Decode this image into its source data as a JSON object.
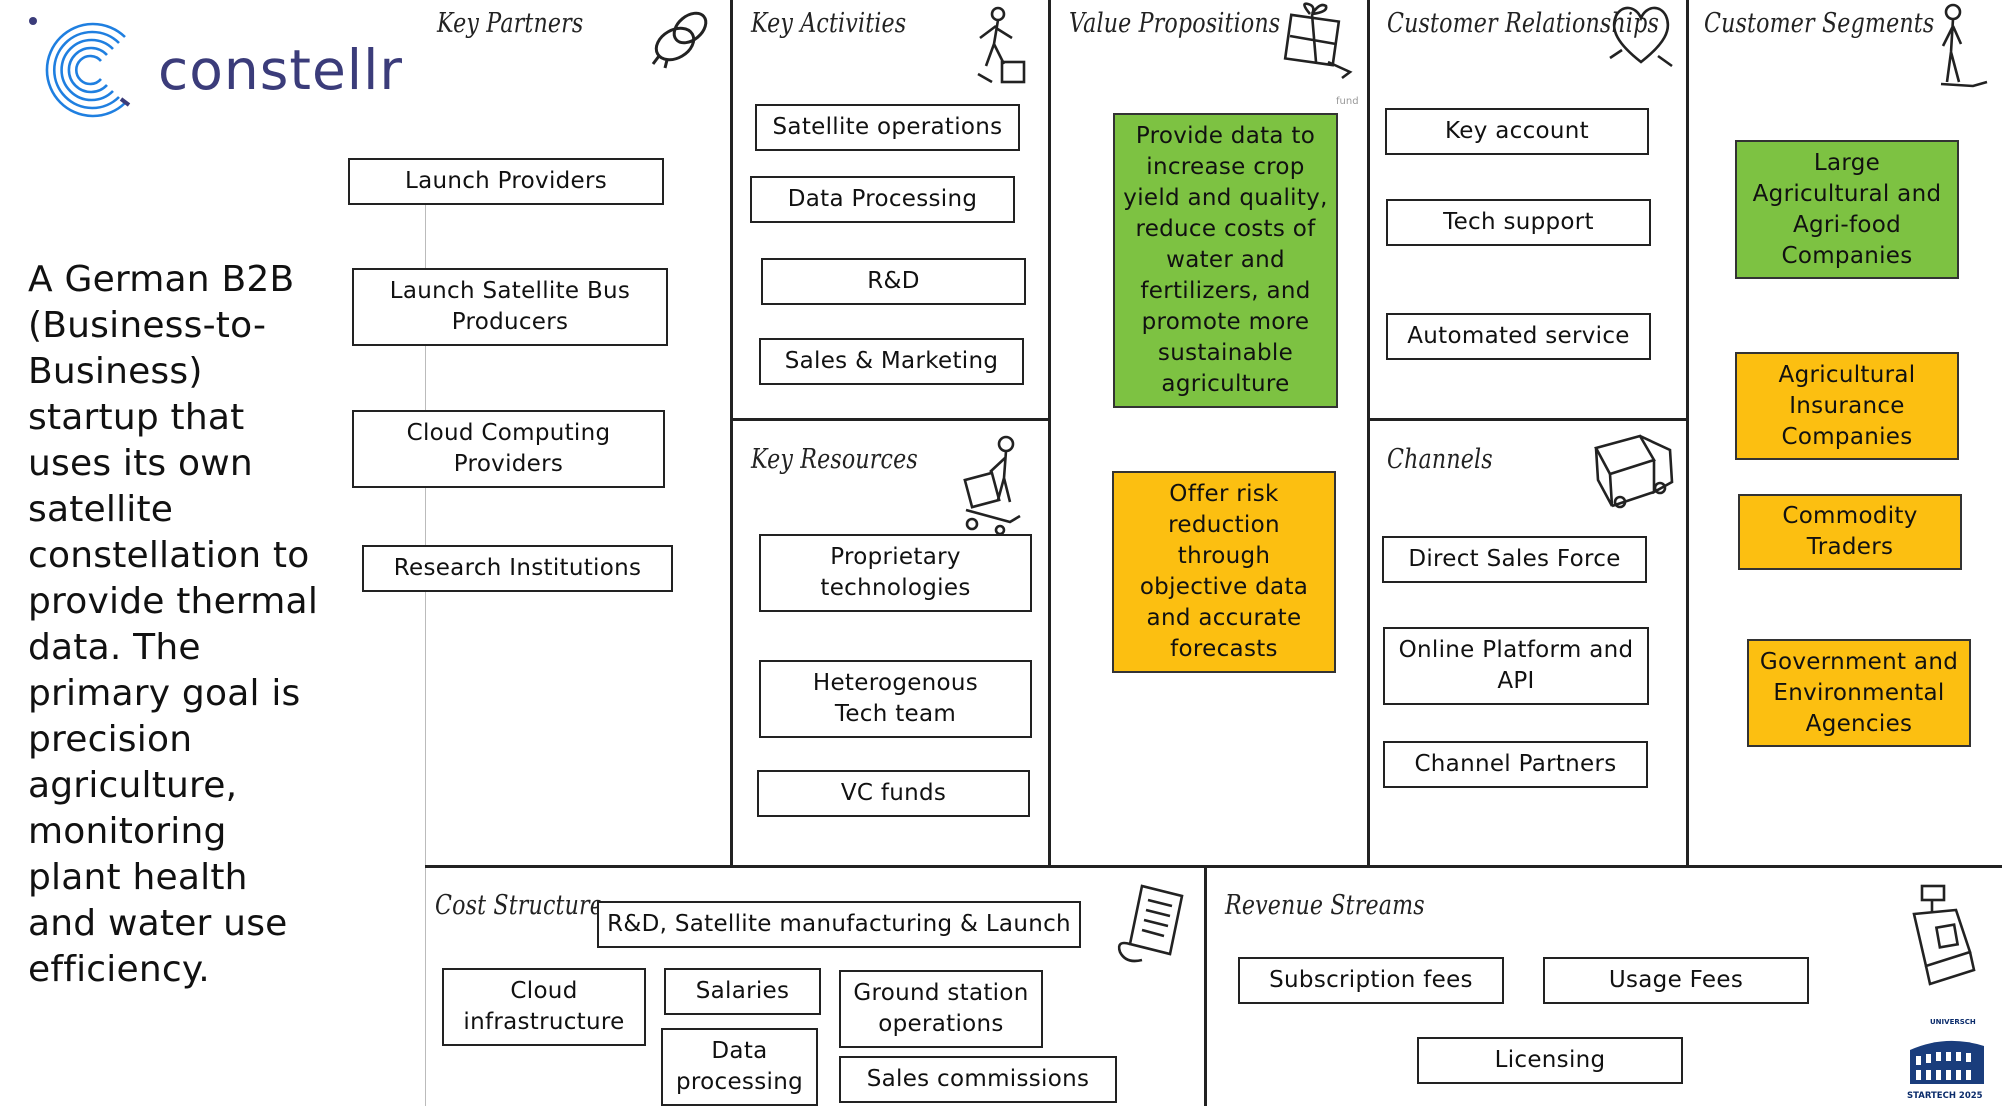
{
  "brand": {
    "name": "constellr"
  },
  "description": "A German B2B (Business-to-Business) startup that uses its own satellite constellation to provide thermal data. The primary goal is precision agriculture, monitoring plant health and water use efficiency.",
  "sections": {
    "key_partners": {
      "title": "Key Partners",
      "items": [
        "Launch Providers",
        "Launch Satellite Bus\nProducers",
        "Cloud Computing\nProviders",
        "Research Institutions"
      ]
    },
    "key_activities": {
      "title": "Key Activities",
      "items": [
        "Satellite operations",
        "Data Processing",
        "R&D",
        "Sales & Marketing"
      ]
    },
    "key_resources": {
      "title": "Key Resources",
      "items": [
        "Proprietary\ntechnologies",
        "Heterogenous\nTech team",
        "VC funds"
      ]
    },
    "value_propositions": {
      "title": "Value Propositions",
      "items": [
        "Provide data to\nincrease crop\nyield and quality,\nreduce costs of\nwater and\nfertilizers, and\npromote more\nsustainable\nagriculture",
        "Offer risk\nreduction\nthrough\nobjective data\nand accurate\nforecasts"
      ]
    },
    "customer_relationships": {
      "title": "Customer Relationships",
      "items": [
        "Key account",
        "Tech support",
        "Automated service"
      ]
    },
    "channels": {
      "title": "Channels",
      "items": [
        "Direct Sales Force",
        "Online Platform and\nAPI",
        "Channel Partners"
      ]
    },
    "customer_segments": {
      "title": "Customer Segments",
      "items": [
        "Large\nAgricultural and\nAgri-food\nCompanies",
        "Agricultural\nInsurance\nCompanies",
        "Commodity\nTraders",
        "Government and\nEnvironmental\nAgencies"
      ]
    },
    "cost_structure": {
      "title": "Cost Structure",
      "items": [
        "R&D, Satellite manufacturing & Launch",
        "Cloud\ninfrastructure",
        "Salaries",
        "Ground station\noperations",
        "Data\nprocessing",
        "Sales commissions"
      ]
    },
    "revenue_streams": {
      "title": "Revenue Streams",
      "items": [
        "Subscription fees",
        "Usage Fees",
        "Licensing"
      ]
    }
  },
  "event_logo": {
    "top": "UNIVERSCH",
    "bottom": "STARTECH 2025"
  },
  "colors": {
    "green": "#7dc242",
    "gold": "#fcbf11",
    "brand": "#3b3c7a",
    "logo_blue": "#1f6fd1"
  },
  "icons": [
    "chain-links-icon",
    "worker-icon",
    "gift-box-icon",
    "heart-icon",
    "person-icon",
    "forklift-worker-icon",
    "delivery-truck-icon",
    "receipt-icon",
    "cash-register-icon",
    "colosseum-icon"
  ]
}
